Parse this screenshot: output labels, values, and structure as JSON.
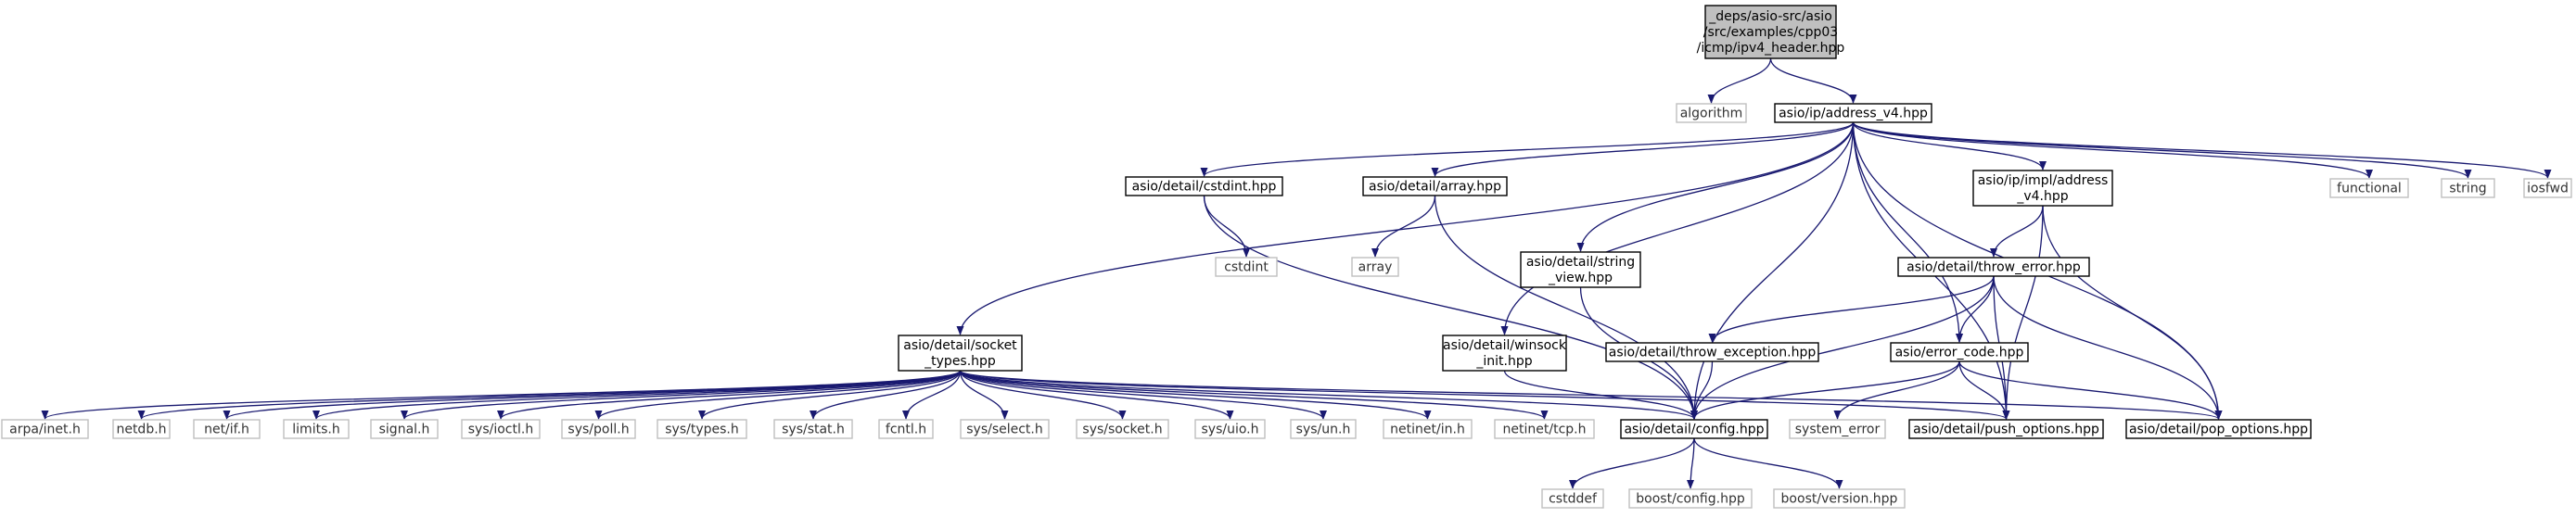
{
  "graph": {
    "title_lines": [
      "_deps/asio-src/asio",
      "/src/examples/cpp03",
      "/icmp/ipv4_header.hpp"
    ],
    "colors": {
      "edge": "#191970",
      "root_fill": "#bfbfbf",
      "node_border": "#000000",
      "external_border": "#bfbfbf",
      "external_text": "#333333"
    },
    "nodes": [
      {
        "id": "root",
        "kind": "root",
        "lines": [
          "_deps/asio-src/asio",
          "/src/examples/cpp03",
          "/icmp/ipv4_header.hpp"
        ]
      },
      {
        "id": "algorithm",
        "kind": "external",
        "lines": [
          "algorithm"
        ]
      },
      {
        "id": "address_v4",
        "kind": "internal",
        "lines": [
          "asio/ip/address_v4.hpp"
        ]
      },
      {
        "id": "cstdint_hpp",
        "kind": "internal",
        "lines": [
          "asio/detail/cstdint.hpp"
        ]
      },
      {
        "id": "array_hpp",
        "kind": "internal",
        "lines": [
          "asio/detail/array.hpp"
        ]
      },
      {
        "id": "impl_address_v4",
        "kind": "internal",
        "lines": [
          "asio/ip/impl/address",
          "_v4.hpp"
        ]
      },
      {
        "id": "functional",
        "kind": "external",
        "lines": [
          "functional"
        ]
      },
      {
        "id": "string",
        "kind": "external",
        "lines": [
          "string"
        ]
      },
      {
        "id": "iosfwd",
        "kind": "external",
        "lines": [
          "iosfwd"
        ]
      },
      {
        "id": "cstdint",
        "kind": "external",
        "lines": [
          "cstdint"
        ]
      },
      {
        "id": "array",
        "kind": "external",
        "lines": [
          "array"
        ]
      },
      {
        "id": "string_view",
        "kind": "internal",
        "lines": [
          "asio/detail/string",
          "_view.hpp"
        ]
      },
      {
        "id": "throw_error",
        "kind": "internal",
        "lines": [
          "asio/detail/throw_error.hpp"
        ]
      },
      {
        "id": "winsock_init",
        "kind": "internal",
        "lines": [
          "asio/detail/winsock",
          "_init.hpp"
        ]
      },
      {
        "id": "throw_exception",
        "kind": "internal",
        "lines": [
          "asio/detail/throw_exception.hpp"
        ]
      },
      {
        "id": "error_code",
        "kind": "internal",
        "lines": [
          "asio/error_code.hpp"
        ]
      },
      {
        "id": "socket_types",
        "kind": "internal",
        "lines": [
          "asio/detail/socket",
          "_types.hpp"
        ]
      },
      {
        "id": "arpa_inet",
        "kind": "external",
        "lines": [
          "arpa/inet.h"
        ]
      },
      {
        "id": "netdb",
        "kind": "external",
        "lines": [
          "netdb.h"
        ]
      },
      {
        "id": "net_if",
        "kind": "external",
        "lines": [
          "net/if.h"
        ]
      },
      {
        "id": "limits_h",
        "kind": "external",
        "lines": [
          "limits.h"
        ]
      },
      {
        "id": "signal_h",
        "kind": "external",
        "lines": [
          "signal.h"
        ]
      },
      {
        "id": "sys_ioctl",
        "kind": "external",
        "lines": [
          "sys/ioctl.h"
        ]
      },
      {
        "id": "sys_poll",
        "kind": "external",
        "lines": [
          "sys/poll.h"
        ]
      },
      {
        "id": "sys_types",
        "kind": "external",
        "lines": [
          "sys/types.h"
        ]
      },
      {
        "id": "sys_stat",
        "kind": "external",
        "lines": [
          "sys/stat.h"
        ]
      },
      {
        "id": "fcntl",
        "kind": "external",
        "lines": [
          "fcntl.h"
        ]
      },
      {
        "id": "sys_select",
        "kind": "external",
        "lines": [
          "sys/select.h"
        ]
      },
      {
        "id": "sys_socket",
        "kind": "external",
        "lines": [
          "sys/socket.h"
        ]
      },
      {
        "id": "sys_uio",
        "kind": "external",
        "lines": [
          "sys/uio.h"
        ]
      },
      {
        "id": "sys_un",
        "kind": "external",
        "lines": [
          "sys/un.h"
        ]
      },
      {
        "id": "netinet_in",
        "kind": "external",
        "lines": [
          "netinet/in.h"
        ]
      },
      {
        "id": "netinet_tcp",
        "kind": "external",
        "lines": [
          "netinet/tcp.h"
        ]
      },
      {
        "id": "config",
        "kind": "internal",
        "lines": [
          "asio/detail/config.hpp"
        ]
      },
      {
        "id": "system_error",
        "kind": "external",
        "lines": [
          "system_error"
        ]
      },
      {
        "id": "push_options",
        "kind": "internal",
        "lines": [
          "asio/detail/push_options.hpp"
        ]
      },
      {
        "id": "pop_options",
        "kind": "internal",
        "lines": [
          "asio/detail/pop_options.hpp"
        ]
      },
      {
        "id": "cstddef",
        "kind": "external",
        "lines": [
          "cstddef"
        ]
      },
      {
        "id": "boost_config",
        "kind": "external",
        "lines": [
          "boost/config.hpp"
        ]
      },
      {
        "id": "boost_version",
        "kind": "external",
        "lines": [
          "boost/version.hpp"
        ]
      }
    ],
    "edges": [
      [
        "root",
        "algorithm"
      ],
      [
        "root",
        "address_v4"
      ],
      [
        "address_v4",
        "cstdint_hpp"
      ],
      [
        "address_v4",
        "array_hpp"
      ],
      [
        "address_v4",
        "impl_address_v4"
      ],
      [
        "address_v4",
        "functional"
      ],
      [
        "address_v4",
        "string"
      ],
      [
        "address_v4",
        "iosfwd"
      ],
      [
        "address_v4",
        "socket_types"
      ],
      [
        "address_v4",
        "string_view"
      ],
      [
        "address_v4",
        "winsock_init"
      ],
      [
        "address_v4",
        "config"
      ],
      [
        "address_v4",
        "error_code"
      ],
      [
        "address_v4",
        "push_options"
      ],
      [
        "address_v4",
        "pop_options"
      ],
      [
        "cstdint_hpp",
        "cstdint"
      ],
      [
        "cstdint_hpp",
        "config"
      ],
      [
        "array_hpp",
        "array"
      ],
      [
        "array_hpp",
        "config"
      ],
      [
        "string_view",
        "config"
      ],
      [
        "winsock_init",
        "config"
      ],
      [
        "impl_address_v4",
        "throw_error"
      ],
      [
        "impl_address_v4",
        "push_options"
      ],
      [
        "impl_address_v4",
        "pop_options"
      ],
      [
        "throw_error",
        "throw_exception"
      ],
      [
        "throw_error",
        "error_code"
      ],
      [
        "throw_error",
        "config"
      ],
      [
        "throw_error",
        "push_options"
      ],
      [
        "throw_error",
        "pop_options"
      ],
      [
        "throw_exception",
        "config"
      ],
      [
        "error_code",
        "config"
      ],
      [
        "error_code",
        "system_error"
      ],
      [
        "error_code",
        "push_options"
      ],
      [
        "error_code",
        "pop_options"
      ],
      [
        "socket_types",
        "arpa_inet"
      ],
      [
        "socket_types",
        "netdb"
      ],
      [
        "socket_types",
        "net_if"
      ],
      [
        "socket_types",
        "limits_h"
      ],
      [
        "socket_types",
        "signal_h"
      ],
      [
        "socket_types",
        "sys_ioctl"
      ],
      [
        "socket_types",
        "sys_poll"
      ],
      [
        "socket_types",
        "sys_types"
      ],
      [
        "socket_types",
        "sys_stat"
      ],
      [
        "socket_types",
        "fcntl"
      ],
      [
        "socket_types",
        "sys_select"
      ],
      [
        "socket_types",
        "sys_socket"
      ],
      [
        "socket_types",
        "sys_uio"
      ],
      [
        "socket_types",
        "sys_un"
      ],
      [
        "socket_types",
        "netinet_in"
      ],
      [
        "socket_types",
        "netinet_tcp"
      ],
      [
        "socket_types",
        "config"
      ],
      [
        "socket_types",
        "push_options"
      ],
      [
        "socket_types",
        "pop_options"
      ],
      [
        "config",
        "cstddef"
      ],
      [
        "config",
        "boost_config"
      ],
      [
        "config",
        "boost_version"
      ]
    ]
  }
}
